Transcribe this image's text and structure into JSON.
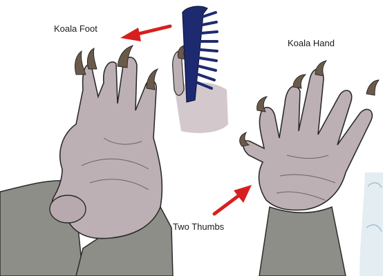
{
  "labels": {
    "foot": "Koala Foot",
    "hand": "Koala Hand",
    "thumbs": "Two Thumbs"
  },
  "colors": {
    "background": "#ffffff",
    "skin": "#bdb0b4",
    "skin_shadow": "#a89aa0",
    "fur": "#8e8e88",
    "claw": "#6b5a4a",
    "outline": "#2a2a2a",
    "arrow": "#d71f1f",
    "comb": "#1e2a70"
  },
  "icons": [
    "comb-icon",
    "arrow-icon"
  ]
}
